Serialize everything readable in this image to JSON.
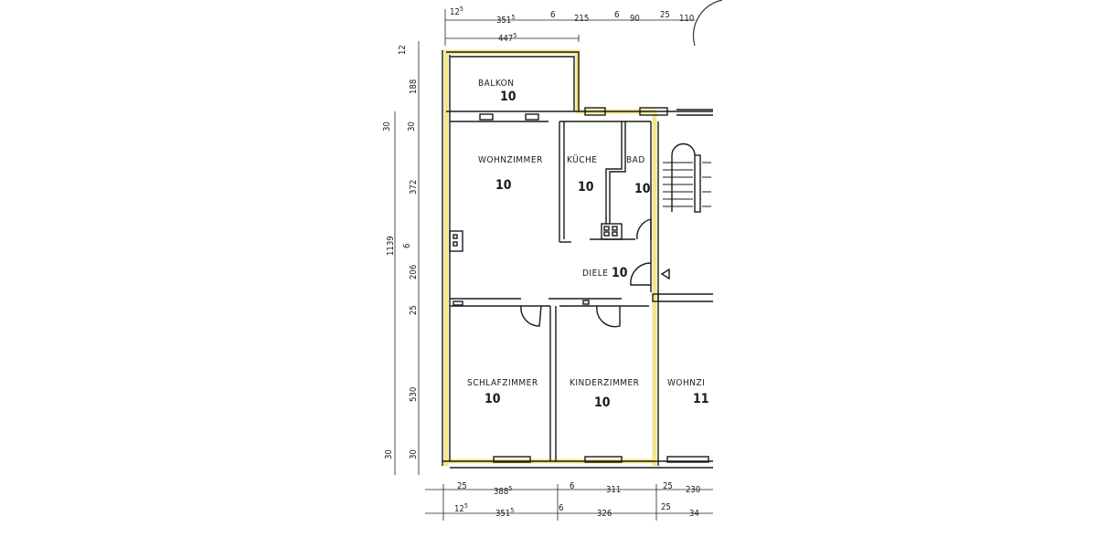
{
  "plan": {
    "type": "floor-plan",
    "highlight_color": "#f2e27a",
    "wall_color": "#1a1a1a",
    "rooms": [
      {
        "name": "BALKON",
        "number": "10"
      },
      {
        "name": "WOHNZIMMER",
        "number": "10"
      },
      {
        "name": "KÜCHE",
        "number": "10"
      },
      {
        "name": "BAD",
        "number": "10"
      },
      {
        "name": "DIELE",
        "number": "10"
      },
      {
        "name": "SCHLAFZIMMER",
        "number": "10"
      },
      {
        "name": "KINDERZIMMER",
        "number": "10"
      },
      {
        "name": "WOHNZI",
        "number": "11"
      }
    ],
    "dimensions": {
      "top_row1": [
        "12",
        "5",
        "351",
        "5",
        "6",
        "215",
        "6",
        "90",
        "25",
        "110"
      ],
      "top_row2": [
        "447",
        "5"
      ],
      "left_col1": [
        "12",
        "188",
        "30",
        "372",
        "6",
        "206",
        "25",
        "530",
        "30"
      ],
      "left_col2": [
        "30",
        "1139",
        "30"
      ],
      "bottom_row1": [
        "25",
        "388",
        "5",
        "6",
        "311",
        "25",
        "230"
      ],
      "bottom_row2": [
        "12",
        "5",
        "351",
        "5",
        "6",
        "326",
        "25",
        "34"
      ]
    }
  }
}
